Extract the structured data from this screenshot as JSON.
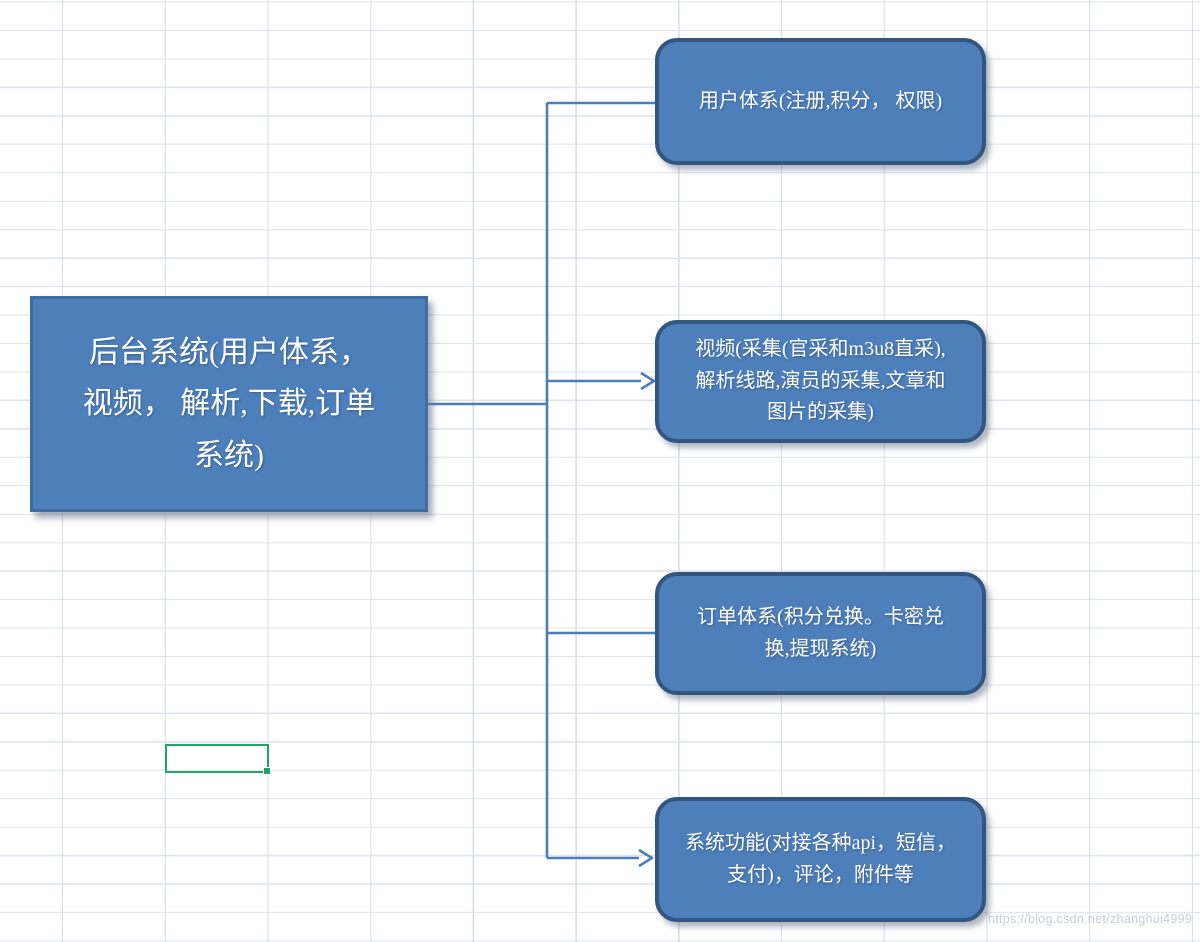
{
  "colors": {
    "node_fill": "#4d7fba",
    "root_border": "#3e6ca3",
    "branch_border": "#31567f",
    "connector": "#4d7db6",
    "grid_line": "#dcdfe9",
    "selection_green": "#21a464",
    "node_text": "#ffffff"
  },
  "diagram": {
    "root": {
      "label": "后台系统(用户体系，\n视频， 解析,下载,订单\n系统)"
    },
    "branches": [
      {
        "label": "用户体系(注册,积分， 权限)"
      },
      {
        "label": "视频(采集(官采和m3u8直采),\n解析线路,演员的采集,文章和\n图片的采集)"
      },
      {
        "label": "订单体系(积分兑换。卡密兑\n换,提现系统)"
      },
      {
        "label": "系统功能(对接各种api，短信，\n支付)，评论，附件等"
      }
    ]
  },
  "spreadsheet": {
    "selected_cell": {
      "note": ""
    }
  },
  "watermark": {
    "text": "https://blog.csdn.net/zhanghui4999"
  }
}
